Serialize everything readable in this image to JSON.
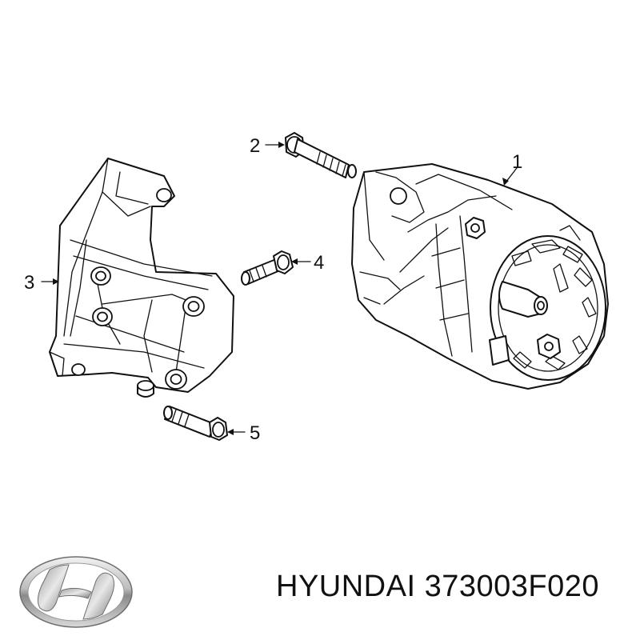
{
  "callouts": {
    "c1": "1",
    "c2": "2",
    "c3": "3",
    "c4": "4",
    "c5": "5"
  },
  "caption": "HYUNDAI 373003F020",
  "logo": {
    "icon": "hyundai-logo-icon",
    "colors": {
      "chrome_light": "#e6e6e6",
      "chrome_dark": "#7a7a7a"
    }
  }
}
